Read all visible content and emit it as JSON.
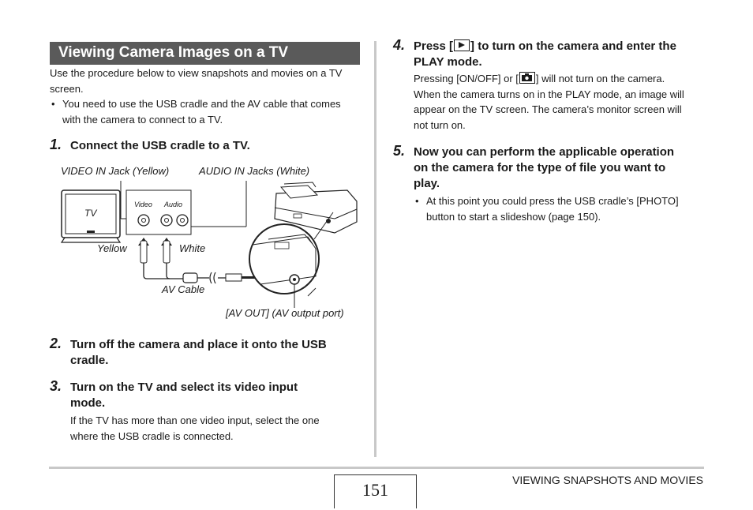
{
  "section_title": "Viewing Camera Images on a TV",
  "intro": "Use the procedure below to view snapshots and movies on a TV screen.",
  "intro_line1": "Use the procedure below to view snapshots and movies on a TV",
  "intro_line2": "screen.",
  "bullet_1_line1": "You need to use the USB cradle and the AV cable that comes",
  "bullet_1_line2": "with the camera to connect to a TV.",
  "steps": [
    {
      "num": "1.",
      "title": "Connect the USB cradle to a TV."
    },
    {
      "num": "2.",
      "title_line1": "Turn off the camera and place it onto the USB",
      "title_line2": "cradle."
    },
    {
      "num": "3.",
      "title_line1": "Turn on the TV and select its video input",
      "title_line2": "mode.",
      "body_line1": "If the TV has more than one video input, select the one",
      "body_line2": "where the USB cradle is connected."
    },
    {
      "num": "4.",
      "title_pre": "Press [",
      "title_post": "] to turn on the camera and enter the",
      "title_line2": "PLAY mode.",
      "body_l1_pre": "Pressing [ON/OFF] or [",
      "body_l1_post": "] will not turn on the camera.",
      "body_line2": "When the camera turns on in the PLAY mode, an image will",
      "body_line3": "appear on the TV screen. The camera’s monitor screen will",
      "body_line4": "not turn on."
    },
    {
      "num": "5.",
      "title_line1": "Now you can perform the applicable operation",
      "title_line2": "on the camera for the type of file you want to",
      "title_line3": "play.",
      "bullet_line1": "At this point you could press the USB cradle’s [PHOTO]",
      "bullet_line2": "button to start a slideshow (page 150)."
    }
  ],
  "figure": {
    "video_in_label": "VIDEO IN Jack (Yellow)",
    "audio_in_label": "AUDIO IN Jacks (White)",
    "tv_label": "TV",
    "video_jack": "Video",
    "audio_jack": "Audio",
    "yellow_label": "Yellow",
    "white_label": "White",
    "av_cable_label": "AV Cable",
    "av_out_label": "[AV OUT] (AV output port)"
  },
  "footer": {
    "page_number": "151",
    "section": "VIEWING SNAPSHOTS AND MOVIES"
  },
  "icons": [
    "play-icon",
    "camera-icon"
  ]
}
